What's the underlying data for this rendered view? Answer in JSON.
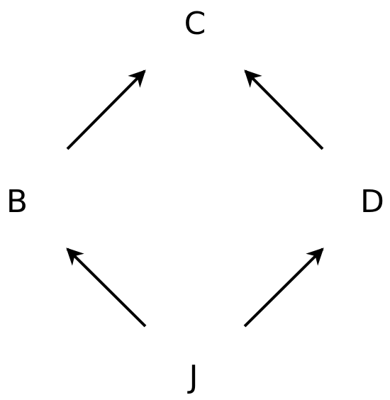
{
  "diagram": {
    "nodes": [
      {
        "id": "C",
        "label": "C"
      },
      {
        "id": "B",
        "label": "B"
      },
      {
        "id": "D",
        "label": "D"
      },
      {
        "id": "J",
        "label": "J"
      }
    ],
    "edges": [
      {
        "from": "B",
        "to": "C"
      },
      {
        "from": "D",
        "to": "C"
      },
      {
        "from": "J",
        "to": "B"
      },
      {
        "from": "J",
        "to": "D"
      }
    ],
    "colors": {
      "stroke": "#000000",
      "background": "#ffffff"
    }
  }
}
